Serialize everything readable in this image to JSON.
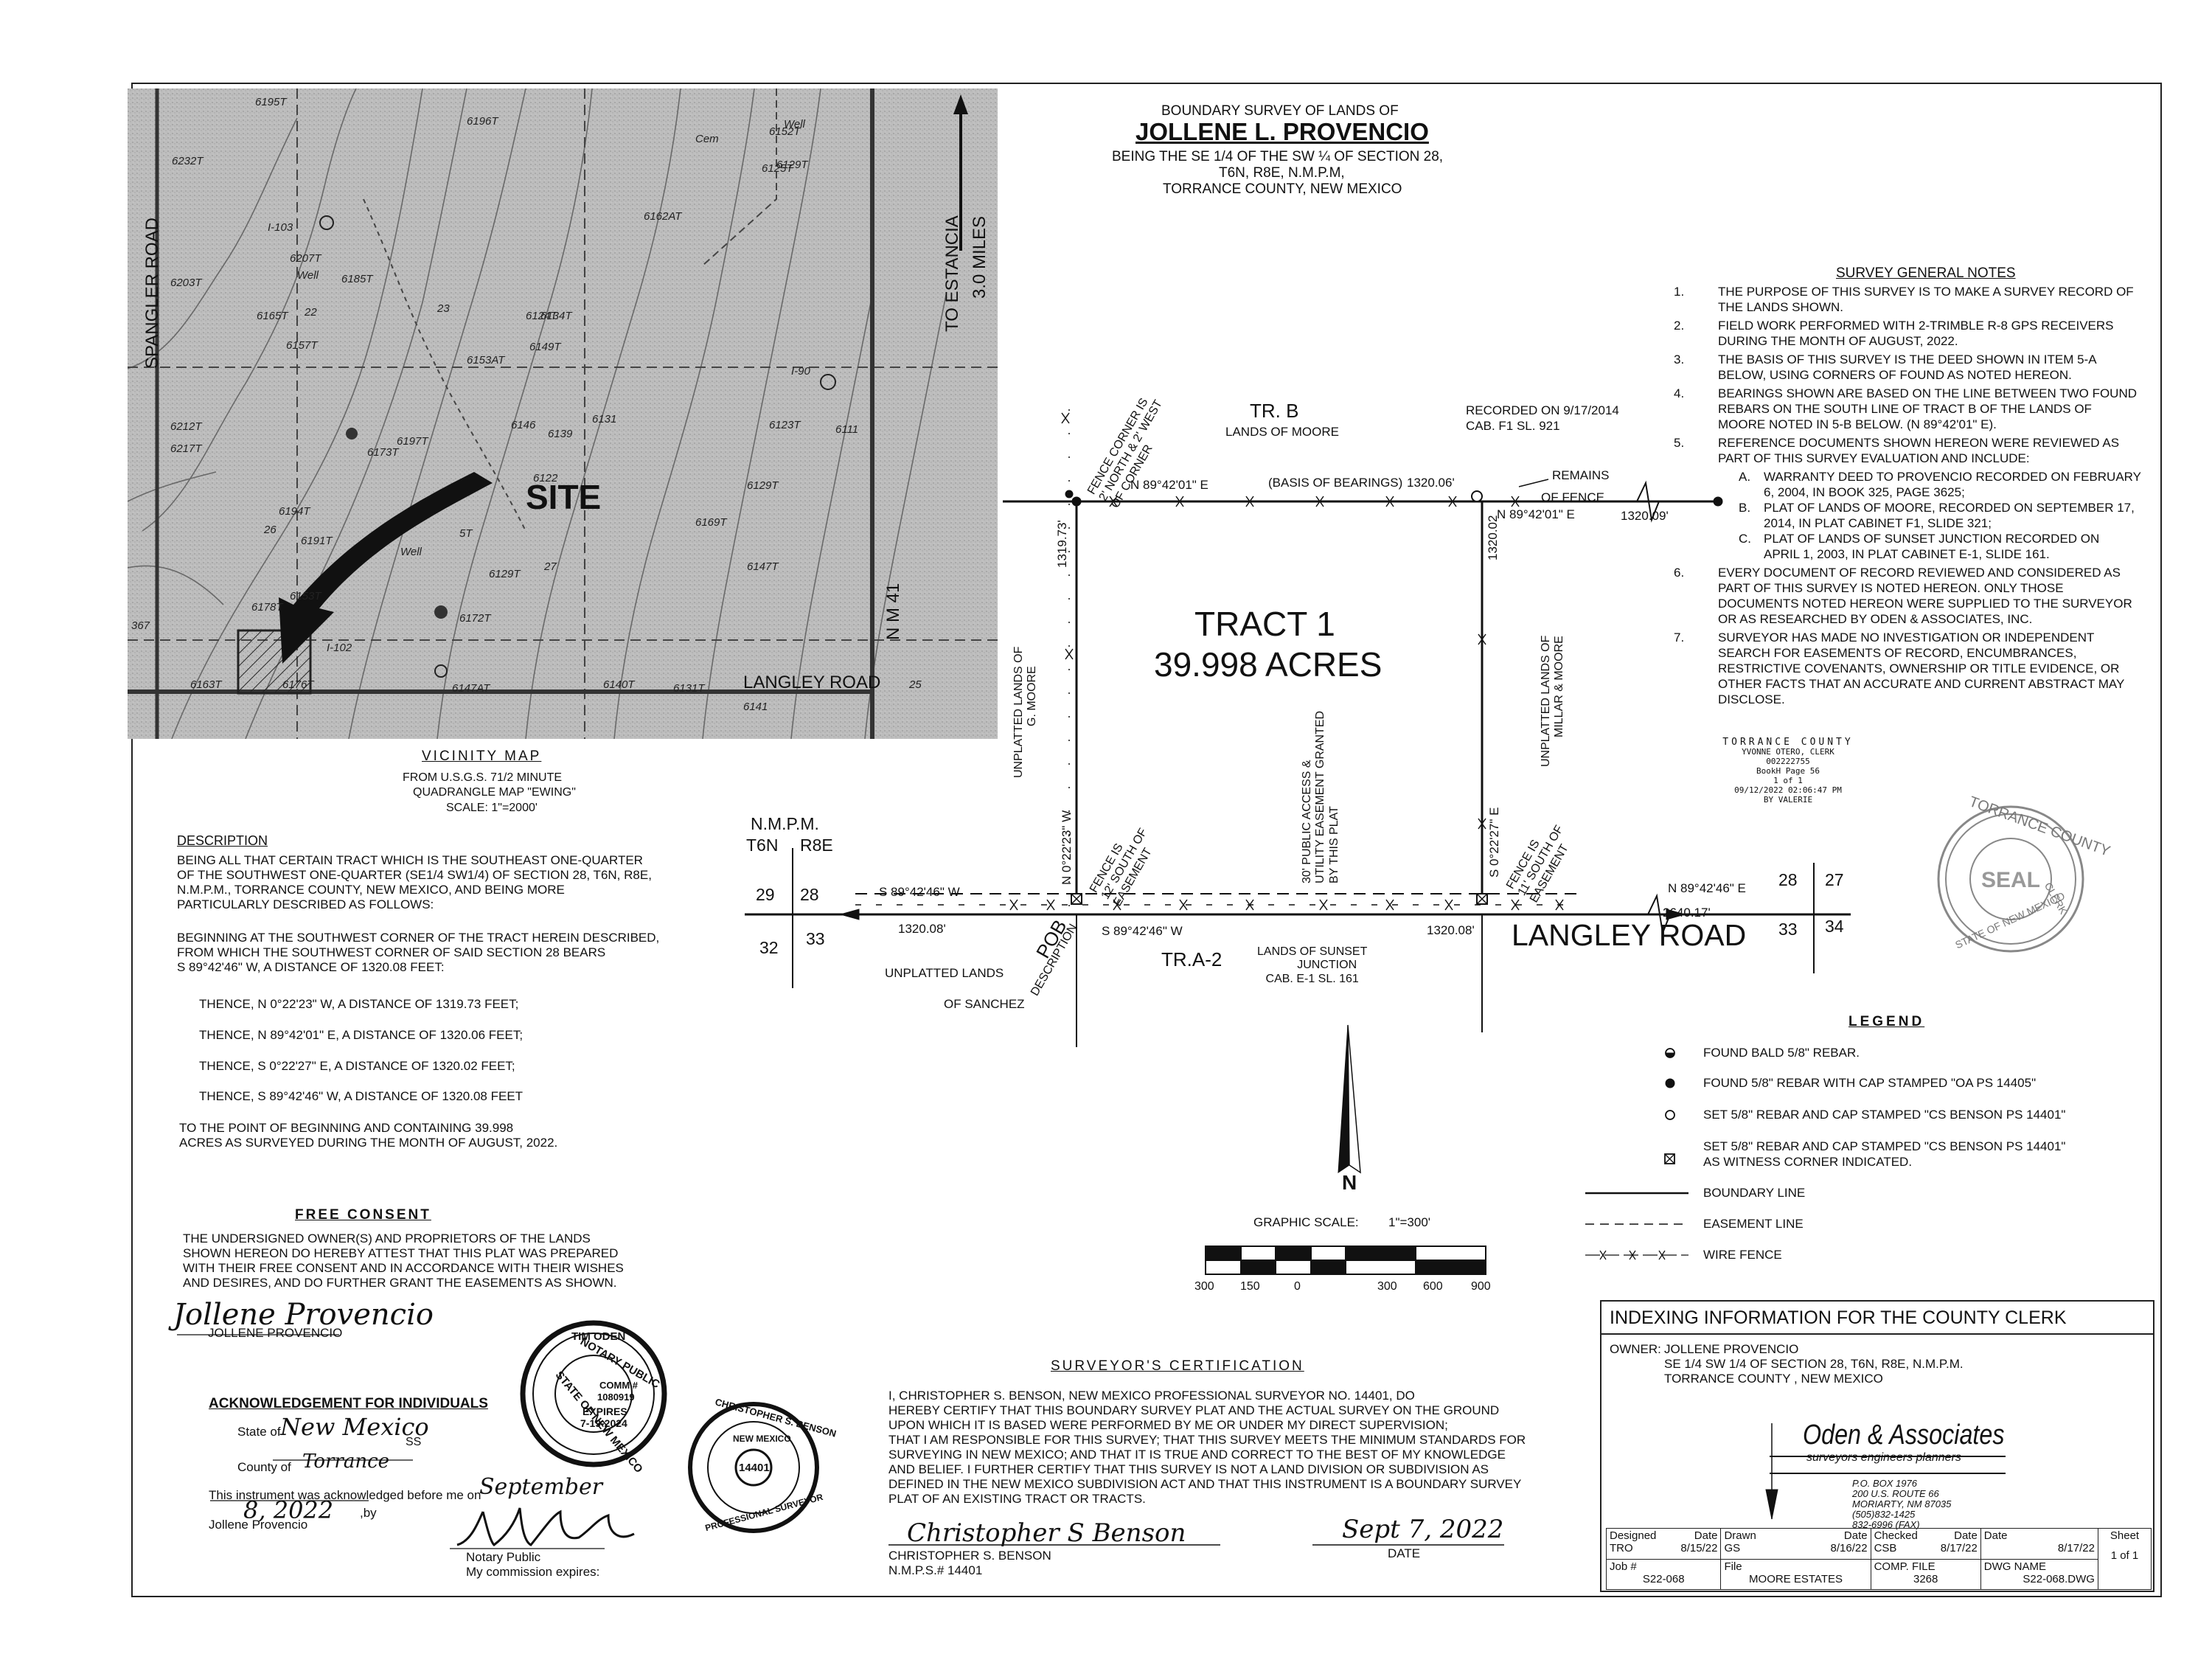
{
  "title": {
    "line1": "BOUNDARY SURVEY OF LANDS OF",
    "line2": "JOLLENE L. PROVENCIO",
    "line3": "BEING THE SE 1/4 OF THE SW ¼ OF SECTION 28,",
    "line4": "T6N, R8E, N.M.P.M,",
    "line5": "TORRANCE COUNTY, NEW MEXICO"
  },
  "vicinity": {
    "site": "SITE",
    "spangler": "SPANGLER   ROAD",
    "estancia": "TO ESTANCIA",
    "miles": "3.0 MILES",
    "nm41": "N M 41",
    "langley": "LANGLEY ROAD",
    "caption": "VICINITY MAP",
    "from1": "FROM U.S.G.S. 71/2 MINUTE",
    "from2": "QUADRANGLE MAP \"EWING\"",
    "scale": "SCALE: 1\"=2000'",
    "labels": [
      "6195T",
      "6196T",
      "6232T",
      "6152T",
      "Well",
      "Cem",
      "6129T",
      "6125T",
      "I-103",
      "6207T",
      "6162AT",
      "6203T",
      "Well",
      "6185T",
      "22",
      "6134T",
      "23",
      "6124T",
      "6165T",
      "6157T",
      "6153AT",
      "6149T",
      "I-90",
      "6212T",
      "6217T",
      "6146",
      "6131",
      "6139",
      "6123T",
      "6111",
      "6197T",
      "6173T",
      "6122",
      "6129T",
      "6194T",
      "6191T",
      "Well",
      "6169T",
      "6153T",
      "27",
      "6129T",
      "6147T",
      "6178T",
      "6172T",
      "I-102",
      "6163T",
      "6176T",
      "6147AT",
      "6140T",
      "6131T",
      "6141",
      "25",
      "26",
      "5T",
      "367"
    ]
  },
  "description": {
    "heading": "DESCRIPTION",
    "p1": [
      "BEING ALL THAT CERTAIN TRACT WHICH IS THE SOUTHEAST ONE-QUARTER",
      "OF THE SOUTHWEST ONE-QUARTER (SE1/4 SW1/4) OF SECTION 28, T6N, R8E,",
      "N.M.P.M., TORRANCE COUNTY, NEW MEXICO, AND BEING MORE",
      "PARTICULARLY DESCRIBED AS FOLLOWS:"
    ],
    "p2": [
      "BEGINNING AT THE SOUTHWEST CORNER OF THE TRACT HEREIN DESCRIBED,",
      "FROM WHICH THE SOUTHWEST CORNER OF SAID SECTION 28 BEARS",
      "S 89°42'46\" W, A DISTANCE OF 1320.08 FEET:"
    ],
    "calls": [
      "THENCE, N 0°22'23\" W, A DISTANCE OF 1319.73 FEET;",
      "THENCE, N 89°42'01\" E, A DISTANCE OF 1320.06 FEET;",
      "THENCE, S 0°22'27\" E, A DISTANCE OF 1320.02 FEET;",
      "THENCE, S 89°42'46\" W, A DISTANCE OF 1320.08 FEET"
    ],
    "p3": [
      "TO THE POINT OF BEGINNING AND CONTAINING 39.998",
      "ACRES AS SURVEYED DURING THE MONTH OF AUGUST, 2022."
    ]
  },
  "consent": {
    "heading": "FREE CONSENT",
    "lines": [
      "THE UNDERSIGNED OWNER(S) AND PROPRIETORS OF THE LANDS",
      "SHOWN HEREON DO HEREBY ATTEST THAT THIS PLAT WAS PREPARED",
      "WITH THEIR FREE CONSENT AND IN ACCORDANCE WITH THEIR WISHES",
      "AND DESIRES, AND DO FURTHER GRANT THE EASEMENTS AS SHOWN."
    ],
    "signature": "Jollene Provencio",
    "name": "JOLLENE PROVENCIO"
  },
  "ack": {
    "heading": "ACKNOWLEDGEMENT FOR INDIVIDUALS",
    "state_label": "State of",
    "state_val": "New Mexico",
    "ss": "SS",
    "county_label": "County of",
    "county_val": "Torrance",
    "instr": "This instrument was acknowledged before me on",
    "date_val1": "September",
    "date_val2": "8, 2022",
    "by": ",by",
    "name": "Jollene Provencio",
    "np": "Notary Public",
    "expires": "My commission expires:"
  },
  "notary_seal": {
    "top": "TIM ODEN",
    "l1": "NOTARY PUBLIC",
    "l2": "COMM #",
    "l3": "1080919",
    "l4": "EXPIRES",
    "l5": "7-19-2024",
    "bottom": "STATE OF NEW MEXICO"
  },
  "surveyor_seal": {
    "top": "CHRISTOPHER S. BENSON",
    "mid": "NEW MEXICO",
    "num": "14401",
    "bottom": "PROFESSIONAL SURVEYOR"
  },
  "cert": {
    "heading": "SURVEYOR'S CERTIFICATION",
    "lines": [
      "I, CHRISTOPHER S. BENSON, NEW MEXICO PROFESSIONAL SURVEYOR NO. 14401, DO",
      "HEREBY CERTIFY THAT THIS BOUNDARY SURVEY PLAT AND THE ACTUAL SURVEY ON THE GROUND",
      "UPON WHICH IT IS BASED WERE PERFORMED BY ME OR UNDER MY DIRECT SUPERVISION;",
      "THAT I AM RESPONSIBLE FOR THIS SURVEY; THAT THIS SURVEY MEETS THE MINIMUM STANDARDS FOR",
      "SURVEYING IN NEW MEXICO; AND THAT IT IS TRUE AND CORRECT TO THE BEST OF MY KNOWLEDGE",
      "AND BELIEF. I FURTHER CERTIFY THAT THIS SURVEY IS NOT A LAND DIVISION OR SUBDIVISION AS",
      "DEFINED IN THE NEW MEXICO SUBDIVISION ACT AND THAT THIS INSTRUMENT IS A BOUNDARY SURVEY",
      "PLAT OF AN EXISTING TRACT OR TRACTS."
    ],
    "signature": "Christopher S Benson",
    "date_hand": "Sept 7, 2022",
    "name": "CHRISTOPHER S. BENSON",
    "nmps": "N.M.P.S.# 14401",
    "date_label": "DATE"
  },
  "plat": {
    "tract": "TRACT    1",
    "acres": "39.998   ACRES",
    "trb": "TR. B",
    "lands_moore": "LANDS  OF  MOORE",
    "recorded": "RECORDED  ON  9/17/2014",
    "cab": "CAB. F1          SL. 921",
    "fence_corner": [
      "FENCE CORNER IS",
      "2' NORTH & 2' WEST",
      "OF CORNER"
    ],
    "north_bearing": "N 89°42'01\" E",
    "basis": "(BASIS OF BEARINGS)",
    "north_dist": "1320.06'",
    "remains1": "REMAINS",
    "remains2": "OF FENCE",
    "east_ext_bearing": "N 89°42'01\" E",
    "east_ext_dist": "1320.09'",
    "west_dist": "1319.73'",
    "east_dist": "1320.02",
    "unplatted_moore": [
      "UNPLATTED   LANDS   OF",
      "G. MOORE"
    ],
    "unplatted_millar": [
      "UNPLATTED   LANDS   OF",
      "MILLAR  &  MOORE"
    ],
    "west_bearing": "N 0°22'23\" W",
    "east_bearing": "S 0°22'27\" E",
    "fence_south1": [
      "FENCE IS",
      "12' SOUTH OF",
      "EASEMENT"
    ],
    "fence_south2": [
      "FENCE IS",
      "11' SOUTH OF",
      "EASEMENT"
    ],
    "easement": [
      "30' PUBLIC ACCESS &",
      "UTILITY EASEMENT GRANTED",
      "BY THIS PLAT"
    ],
    "nmpm": "N.M.P.M.",
    "t6n": "T6N",
    "r8e": "R8E",
    "sec_w": [
      "29",
      "28",
      "32",
      "33"
    ],
    "sec_e": [
      "28",
      "27",
      "33",
      "34"
    ],
    "south_w_bearing": "S 89°42'46\" W",
    "south_w_dist": "1320.08'",
    "south_bearing": "S 89°42'46\" W",
    "south_dist": "1320.08'",
    "south_e_bearing": "N 89°42'46\" E",
    "south_e_dist": "2640.17'",
    "langley": "LANGLEY ROAD",
    "pob": "POB",
    "pob_desc": "DESCRIPTION",
    "unplatted_sanchez1": "UNPLATTED    LANDS",
    "unplatted_sanchez2": "OF   SANCHEZ",
    "tra2": "TR.A-2",
    "sunset": [
      "LANDS OF SUNSET",
      "JUNCTION",
      "CAB. E-1   SL. 161"
    ],
    "north_letter": "N",
    "graphic": "GRAPHIC SCALE:",
    "graphic_ratio": "1\"=300'",
    "scale_ticks": [
      "300",
      "150",
      "0",
      "300",
      "600",
      "900"
    ]
  },
  "notes": {
    "heading": "SURVEY GENERAL NOTES",
    "items": [
      {
        "n": "1.",
        "t": [
          "THE PURPOSE OF THIS SURVEY IS TO MAKE A SURVEY RECORD OF",
          "THE LANDS SHOWN."
        ]
      },
      {
        "n": "2.",
        "t": [
          "FIELD WORK PERFORMED WITH 2-TRIMBLE R-8 GPS RECEIVERS",
          "DURING THE MONTH OF AUGUST, 2022."
        ]
      },
      {
        "n": "3.",
        "t": [
          "THE BASIS OF THIS SURVEY IS THE DEED SHOWN IN ITEM 5-A",
          "BELOW, USING CORNERS OF FOUND AS NOTED HEREON."
        ]
      },
      {
        "n": "4.",
        "t": [
          "BEARINGS SHOWN ARE BASED ON THE LINE BETWEEN TWO FOUND",
          "REBARS ON THE SOUTH LINE OF TRACT B OF THE LANDS OF",
          "MOORE NOTED IN 5-B BELOW. (N 89°42'01\" E)."
        ]
      },
      {
        "n": "5.",
        "t": [
          "REFERENCE DOCUMENTS SHOWN HEREON WERE REVIEWED AS",
          "PART OF THIS SURVEY EVALUATION AND INCLUDE:"
        ]
      }
    ],
    "sub": [
      {
        "n": "A.",
        "t": [
          "WARRANTY DEED TO PROVENCIO RECORDED ON FEBRUARY",
          "6, 2004, IN BOOK 325, PAGE 3625;"
        ]
      },
      {
        "n": "B.",
        "t": [
          "PLAT OF LANDS OF MOORE, RECORDED ON SEPTEMBER 17,",
          "2014, IN PLAT CABINET F1, SLIDE 321;"
        ]
      },
      {
        "n": "C.",
        "t": [
          "PLAT OF LANDS OF SUNSET JUNCTION RECORDED ON",
          "APRIL 1, 2003, IN PLAT CABINET E-1, SLIDE 161."
        ]
      }
    ],
    "items2": [
      {
        "n": "6.",
        "t": [
          "EVERY DOCUMENT OF RECORD REVIEWED AND CONSIDERED AS",
          "PART OF THIS SURVEY IS NOTED HEREON. ONLY THOSE",
          "DOCUMENTS NOTED HEREON WERE SUPPLIED TO THE SURVEYOR",
          "OR AS RESEARCHED BY ODEN & ASSOCIATES, INC."
        ]
      },
      {
        "n": "7.",
        "t": [
          "SURVEYOR HAS MADE NO INVESTIGATION OR INDEPENDENT",
          "SEARCH FOR EASEMENTS OF RECORD, ENCUMBRANCES,",
          "RESTRICTIVE COVENANTS, OWNERSHIP OR TITLE EVIDENCE, OR",
          "OTHER FACTS THAT AN ACCURATE AND CURRENT ABSTRACT MAY",
          "DISCLOSE."
        ]
      }
    ]
  },
  "clerk_stamp": {
    "l1": "TORRANCE COUNTY",
    "l2": "YVONNE OTERO, CLERK",
    "l3": "002222755",
    "l4": "BookH      Page     56",
    "l5": "1 of    1",
    "l6": "09/12/2022 02:06:47 PM",
    "l7": "BY         VALERIE"
  },
  "county_seal": {
    "top": "TORRANCE COUNTY",
    "word": "SEAL",
    "clerk": "CLERK",
    "bottom": "STATE OF NEW MEXICO"
  },
  "legend": {
    "heading": "LEGEND",
    "items": [
      "FOUND BALD 5/8\" REBAR.",
      "FOUND 5/8\" REBAR WITH CAP STAMPED \"OA PS 14405\"",
      "SET 5/8\" REBAR AND CAP STAMPED \"CS BENSON PS 14401\"",
      "SET 5/8\" REBAR AND CAP STAMPED \"CS BENSON PS 14401\""
    ],
    "item4b": "AS WITNESS CORNER INDICATED.",
    "boundary": "BOUNDARY LINE",
    "easement": "EASEMENT LINE",
    "wire": "WIRE FENCE"
  },
  "index": {
    "heading": "INDEXING INFORMATION FOR THE COUNTY CLERK",
    "owner_label": "OWNER:",
    "owner": "JOLLENE PROVENCIO",
    "l2": "SE 1/4 SW 1/4 OF SECTION 28, T6N, R8E, N.M.P.M.",
    "l3": "TORRANCE COUNTY , NEW MEXICO"
  },
  "firm": {
    "name": "Oden & Associates",
    "sub": "surveyors    engineers    planners",
    "a1": "P.O. BOX 1976",
    "a2": "200 U.S. ROUTE 66",
    "a3": "MORIARTY, NM 87035",
    "a4": "(505)832-1425",
    "a5": "832-6996 (FAX)"
  },
  "titleblock": {
    "designed_l": "Designed",
    "designed": "TRO",
    "d1_l": "Date",
    "d1": "8/15/22",
    "drawn_l": "Drawn",
    "drawn": "GS",
    "d2_l": "Date",
    "d2": "8/16/22",
    "checked_l": "Checked",
    "checked": "CSB",
    "d3_l": "Date",
    "d3": "8/17/22",
    "date_l": "Date",
    "date": "8/17/22",
    "sheet_l": "Sheet",
    "sheet": "1 of 1",
    "job_l": "Job #",
    "job": "S22-068",
    "file_l": "File",
    "file": "MOORE ESTATES",
    "comp_l": "COMP. FILE",
    "comp": "3268",
    "dwg_l": "DWG NAME",
    "dwg": "S22-068.DWG"
  }
}
